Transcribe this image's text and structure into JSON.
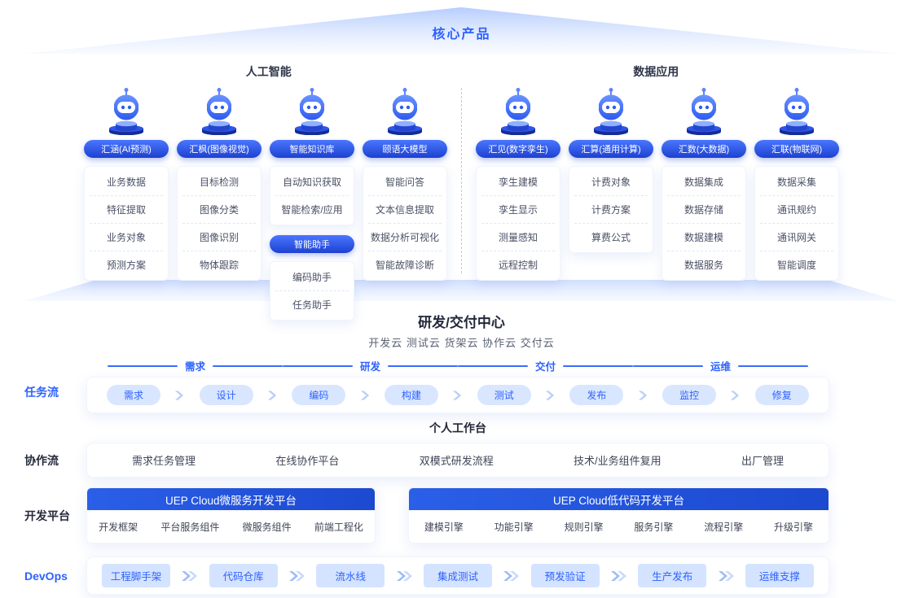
{
  "colors": {
    "primary": "#2e62ff",
    "pill_dark": "#1d41cf",
    "pill_light": "#d9e6ff",
    "header_bar": "#1c49d0"
  },
  "header": {
    "core_label": "核心产品",
    "left_section": "人工智能",
    "right_section": "数据应用"
  },
  "products": [
    {
      "name": "汇涵(AI预测)",
      "items": [
        "业务数据",
        "特征提取",
        "业务对象",
        "预测方案"
      ]
    },
    {
      "name": "汇枫(图像视觉)",
      "items": [
        "目标检测",
        "图像分类",
        "图像识别",
        "物体跟踪"
      ]
    },
    {
      "name": "智能知识库",
      "items": [
        "自动知识获取",
        "智能检索/应用"
      ],
      "sub": {
        "name": "智能助手",
        "items": [
          "编码助手",
          "任务助手"
        ]
      }
    },
    {
      "name": "颐语大模型",
      "items": [
        "智能问答",
        "文本信息提取",
        "数据分析可视化",
        "智能故障诊断"
      ]
    },
    {
      "name": "汇见(数字孪生)",
      "items": [
        "孪生建模",
        "孪生显示",
        "测量感知",
        "远程控制"
      ]
    },
    {
      "name": "汇算(通用计算)",
      "items": [
        "计费对象",
        "计费方案",
        "算费公式"
      ]
    },
    {
      "name": "汇数(大数据)",
      "items": [
        "数据集成",
        "数据存储",
        "数据建模",
        "数据服务"
      ]
    },
    {
      "name": "汇联(物联网)",
      "items": [
        "数据采集",
        "通讯规约",
        "通讯网关",
        "智能调度"
      ]
    }
  ],
  "center": {
    "title": "研发/交付中心",
    "subtitle": "开发云 测试云 货架云 协作云 交付云"
  },
  "task_flow": {
    "label": "任务流",
    "phases": [
      "需求",
      "研发",
      "交付",
      "运维"
    ],
    "steps": [
      "需求",
      "设计",
      "编码",
      "构建",
      "测试",
      "发布",
      "监控",
      "修复"
    ]
  },
  "workbench": "个人工作台",
  "collab_flow": {
    "label": "协作流",
    "items": [
      "需求任务管理",
      "在线协作平台",
      "双模式研发流程",
      "技术/业务组件复用",
      "出厂管理"
    ]
  },
  "dev_platform": {
    "label": "开发平台",
    "platforms": [
      {
        "title": "UEP Cloud微服务开发平台",
        "items": [
          "开发框架",
          "平台服务组件",
          "微服务组件",
          "前端工程化"
        ]
      },
      {
        "title": "UEP Cloud低代码开发平台",
        "items": [
          "建模引擎",
          "功能引擎",
          "规则引擎",
          "服务引擎",
          "流程引擎",
          "升级引擎"
        ]
      }
    ]
  },
  "devops": {
    "label": "DevOps",
    "steps": [
      "工程脚手架",
      "代码仓库",
      "流水线",
      "集成测试",
      "预发验证",
      "生产发布",
      "运维支撑"
    ]
  }
}
